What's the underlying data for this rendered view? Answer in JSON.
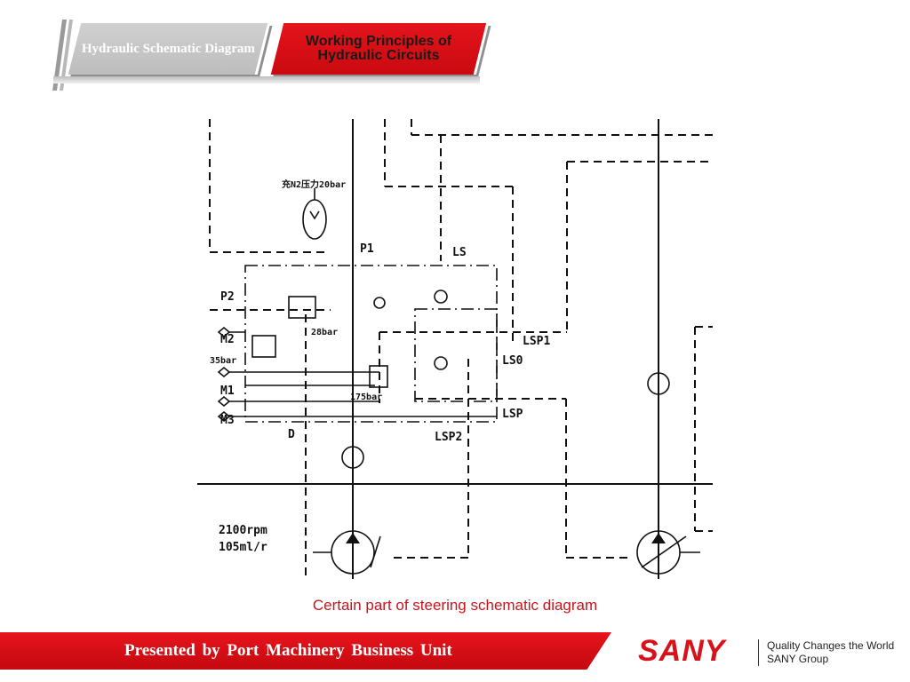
{
  "header": {
    "tab1_label": "Hydraulic Schematic Diagram",
    "tab2_label": "Working Principles of Hydraulic Circuits"
  },
  "diagram": {
    "labels": {
      "accumulator": "充N2压力20bar",
      "p1": "P1",
      "ls": "LS",
      "p2": "P2",
      "m2": "M2",
      "bar28": "28bar",
      "lsp1": "LSP1",
      "bar35": "35bar",
      "ls0": "LS0",
      "m1": "M1",
      "bar175": "175bar",
      "m3": "M3",
      "lsp": "LSP",
      "d": "D",
      "lsp2": "LSP2",
      "rpm": "2100rpm",
      "disp": "105ml/r"
    }
  },
  "caption": "Certain part of steering schematic diagram",
  "footer": {
    "presented": "Presented  by  Port  Machinery  Business Unit",
    "brand": "SANY",
    "tagline1": "Quality Changes the World",
    "tagline2": "SANY Group"
  },
  "colors": {
    "accent_red": "#c8141b",
    "tab_gray": "#c4c4c4"
  }
}
